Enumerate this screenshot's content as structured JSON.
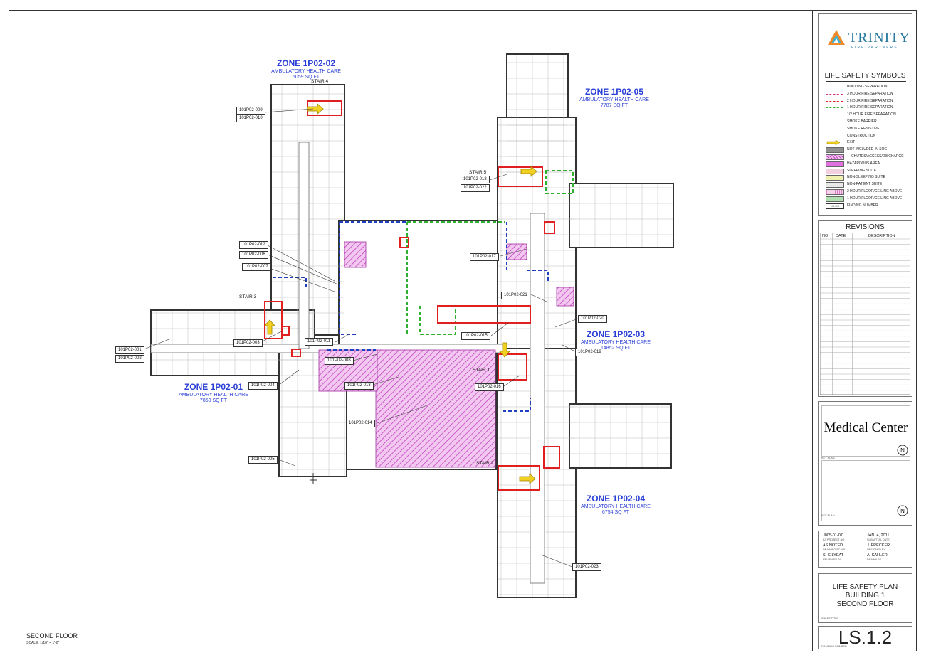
{
  "zones": [
    {
      "id": "z2",
      "name": "ZONE 1P02-02",
      "type": "AMBULATORY HEALTH CARE",
      "area": "5059 SQ FT"
    },
    {
      "id": "z5",
      "name": "ZONE 1P02-05",
      "type": "AMBULATORY HEALTH CARE",
      "area": "7787 SQ FT"
    },
    {
      "id": "z3",
      "name": "ZONE 1P02-03",
      "type": "AMBULATORY HEALTH CARE",
      "area": "14852 SQ FT"
    },
    {
      "id": "z1",
      "name": "ZONE 1P02-01",
      "type": "AMBULATORY HEALTH CARE",
      "area": "7850 SQ FT"
    },
    {
      "id": "z4",
      "name": "ZONE 1P02-04",
      "type": "AMBULATORY HEALTH CARE",
      "area": "6754 SQ FT"
    }
  ],
  "findings": [
    "101P02-001",
    "101P02-002",
    "101P02-003",
    "101P02-004",
    "101P02-005",
    "101P02-006",
    "101P02-007",
    "101P02-008",
    "101P02-009",
    "101P02-010",
    "101P02-011",
    "101P02-012",
    "101P02-013",
    "101P02-014",
    "101P02-015",
    "101P02-016",
    "101P02-017",
    "101P02-018",
    "101P02-019",
    "101P02-020",
    "101P02-021",
    "101P02-022",
    "101P02-023"
  ],
  "stairs": [
    "STAIR 1",
    "STAIR 2",
    "STAIR 3",
    "STAIR 4",
    "STAIR 5"
  ],
  "floor_title": "SECOND FLOOR",
  "scale_text": "SCALE:    1/16\" = 1'-0\"",
  "title_block": {
    "logo_name": "TRINITY",
    "logo_tagline": "FIRE PARTNERS",
    "legend_title": "LIFE SAFETY SYMBOLS",
    "legend": [
      {
        "label": "BUILDING SEPARATION",
        "color": "#333333"
      },
      {
        "label": "3 HOUR FIRE SEPARATION",
        "color": "#d0308a"
      },
      {
        "label": "2 HOUR FIRE SEPARATION",
        "color": "#e02020"
      },
      {
        "label": "1 HOUR FIRE SEPARATION",
        "color": "#30b030"
      },
      {
        "label": "1/2 HOUR FIRE SEPARATION",
        "color": "#e040e0"
      },
      {
        "label": "SMOKE BARRIER",
        "color": "#2040c0"
      },
      {
        "label": "SMOKE RESISTIVE",
        "color": "#70d0e0"
      },
      {
        "label": "CONSTRUCTION",
        "color": "#ffffff"
      },
      {
        "label": "EXIT",
        "color": "#f0d020"
      },
      {
        "label": "NOT INCLUDED IN SOC",
        "color": "#909090"
      },
      {
        "label": "CHUTES/ACCESS/DISCHARGE",
        "color": "#ffffff"
      },
      {
        "label": "HAZARDOUS AREA",
        "color": "#e070e0"
      },
      {
        "label": "SLEEPING SUITE",
        "color": "#f2d0e0"
      },
      {
        "label": "NON-SLEEPING SUITE",
        "color": "#f0f0b0"
      },
      {
        "label": "NON-PATIENT SUITE",
        "color": "#e8e8e8"
      },
      {
        "label": "2 HOUR FLOOR/CEILING ABOVE",
        "color": "#e080c8"
      },
      {
        "label": "1 HOUR FLOOR/CEILING ABOVE",
        "color": "#b0e0b0"
      },
      {
        "label": "FINDING NUMBER",
        "color": "#ffffff"
      }
    ],
    "finding_placeholder": "XX-XX",
    "revisions_title": "REVISIONS",
    "rev_cols": [
      "NO",
      "DATE",
      "DESCRIPTION"
    ],
    "key_plan_name": "Medical Center",
    "key_plan_label": "KEY PLAN",
    "project_no": "J005-01-07",
    "project_no_label": "KA PROJECT NO",
    "submittal_date": "JAN. 4, 2011",
    "submittal_date_label": "SUBMITTAL DATE",
    "drawing_scale": "AS NOTED",
    "drawing_scale_label": "DRAWING SCALE",
    "designed_by": "J. FRECKER",
    "designed_by_label": "DESIGNED BY",
    "reviewed_by": "S. GILYEAT",
    "reviewed_by_label": "REVIEWED BY",
    "drawn_by": "A. KAHLER",
    "drawn_by_label": "DRAWN BY",
    "sheet_title_lines": [
      "LIFE SAFETY PLAN",
      "BUILDING 1",
      "SECOND FLOOR"
    ],
    "sheet_title_label": "SHEET TITLE",
    "drawing_number": "LS.1.2",
    "drawing_number_label": "DRAWING NUMBER"
  }
}
